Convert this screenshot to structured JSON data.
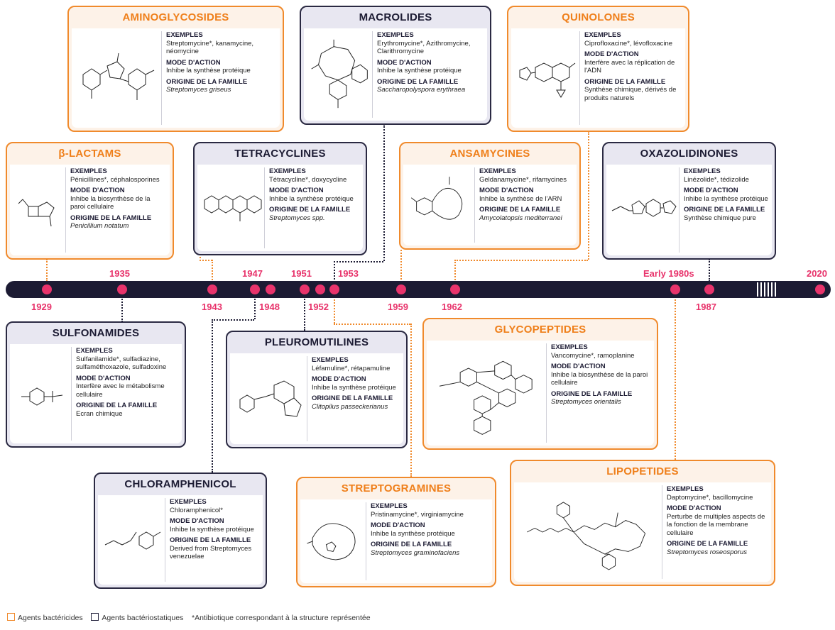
{
  "cards": {
    "aminoglycosides": {
      "title": "AMINOGLYCOSIDES",
      "ex_label": "EXEMPLES",
      "ex": "Streptomycine*, kanamycine, néomycine",
      "mode_label": "MODE D'ACTION",
      "mode": "Inhibe la synthèse protéique",
      "orig_label": "ORIGINE DE LA FAMILLE",
      "orig": "Streptomyces griseus"
    },
    "macrolides": {
      "title": "MACROLIDES",
      "ex_label": "EXEMPLES",
      "ex": "Erythromycine*, Azithromycine, Clarithromycine",
      "mode_label": "MODE D'ACTION",
      "mode": "Inhibe la synthèse protéique",
      "orig_label": "ORIGINE DE LA FAMILLE",
      "orig": "Saccharopolyspora erythraea"
    },
    "quinolones": {
      "title": "QUINOLONES",
      "ex_label": "EXEMPLES",
      "ex": "Ciprofloxacine*, lévofloxacine",
      "mode_label": "MODE D'ACTION",
      "mode": "Interfère avec la réplication de l'ADN",
      "orig_label": "ORIGINE DE LA FAMILLE",
      "orig": "Synthèse chimique, dérivés de produits naturels"
    },
    "betalactams": {
      "title": "β-LACTAMS",
      "ex_label": "EXEMPLES",
      "ex": "Pénicillines*, céphalosporines",
      "mode_label": "MODE D'ACTION",
      "mode": "Inhibe la biosynthèse de la paroi cellulaire",
      "orig_label": "ORIGINE DE LA FAMILLE",
      "orig": "Penicillium notatum"
    },
    "tetracyclines": {
      "title": "TETRACYCLINES",
      "ex_label": "EXEMPLES",
      "ex": "Tétracycline*, doxycycline",
      "mode_label": "MODE D'ACTION",
      "mode": "Inhibe la synthèse protéique",
      "orig_label": "ORIGINE DE LA FAMILLE",
      "orig": "Streptomyces spp."
    },
    "ansamycines": {
      "title": "ANSAMYCINES",
      "ex_label": "EXEMPLES",
      "ex": "Geldanamycine*, rifamycines",
      "mode_label": "MODE D'ACTION",
      "mode": "Inhibe la synthèse de l'ARN",
      "orig_label": "ORIGINE DE LA FAMILLE",
      "orig": "Amycolatopsis mediterranei"
    },
    "oxazolidinones": {
      "title": "OXAZOLIDINONES",
      "ex_label": "EXEMPLES",
      "ex": "Linézolide*, tédizolide",
      "mode_label": "MODE D'ACTION",
      "mode": "Inhibe la synthèse protéique",
      "orig_label": "ORIGINE DE LA FAMILLE",
      "orig": "Synthèse chimique pure"
    },
    "sulfonamides": {
      "title": "SULFONAMIDES",
      "ex_label": "EXEMPLES",
      "ex": "Sulfanilamide*, sulfadiazine, sulfaméthoxazole, sulfadoxine",
      "mode_label": "MODE D'ACTION",
      "mode": "Interfère avec le métabolisme cellulaire",
      "orig_label": "ORIGINE DE LA FAMILLE",
      "orig": "Ecran chimique"
    },
    "pleuromutilines": {
      "title": "PLEUROMUTILINES",
      "ex_label": "EXEMPLES",
      "ex": "Léfamuline*, rétapamuline",
      "mode_label": "MODE D'ACTION",
      "mode": "Inhibe la synthèse protéique",
      "orig_label": "ORIGINE DE LA FAMILLE",
      "orig": "Clitopilus passeckerianus"
    },
    "glycopeptides": {
      "title": "GLYCOPEPTIDES",
      "ex_label": "EXEMPLES",
      "ex": "Vancomycine*, ramoplanine",
      "mode_label": "MODE D'ACTION",
      "mode": "Inhibe la biosynthèse de la paroi cellulaire",
      "orig_label": "ORIGINE DE LA FAMILLE",
      "orig": "Streptomyces orientalis"
    },
    "chloramphenicol": {
      "title": "CHLORAMPHENICOL",
      "ex_label": "EXEMPLES",
      "ex": "Chloramphenicol*",
      "mode_label": "MODE D'ACTION",
      "mode": "Inhibe la synthèse protéique",
      "orig_label": "ORIGINE DE LA FAMILLE",
      "orig": "Derived from Streptomyces venezuelae"
    },
    "streptogramines": {
      "title": "STREPTOGRAMINES",
      "ex_label": "EXEMPLES",
      "ex": "Pristinamycine*, virginiamycine",
      "mode_label": "MODE D'ACTION",
      "mode": "Inhibe la synthèse protéique",
      "orig_label": "ORIGINE DE LA FAMILLE",
      "orig": "Streptomyces graminofaciens"
    },
    "lipopetides": {
      "title": "LIPOPETIDES",
      "ex_label": "EXEMPLES",
      "ex": "Daptomycine*, bacillomycine",
      "mode_label": "MODE D'ACTION",
      "mode": "Perturbe de multiples aspects de la fonction de la membrane cellulaire",
      "orig_label": "ORIGINE DE LA FAMILLE",
      "orig": "Streptomyces roseosporus"
    }
  },
  "years": {
    "y1929": "1929",
    "y1935": "1935",
    "y1943": "1943",
    "y1947": "1947",
    "y1948": "1948",
    "y1951": "1951",
    "y1952": "1952",
    "y1953": "1953",
    "y1959": "1959",
    "y1962": "1962",
    "y1980": "Early 1980s",
    "y1987": "1987",
    "y2020": "2020"
  },
  "legend": {
    "bactericide": "Agents bactéricides",
    "bacteriostatic": "Agents bactériostatiques",
    "note": "*Antibiotique correspondant à la structure représentée"
  },
  "colors": {
    "orange": "#f08a2c",
    "navy": "#1c1b33",
    "pink": "#e8336b"
  }
}
